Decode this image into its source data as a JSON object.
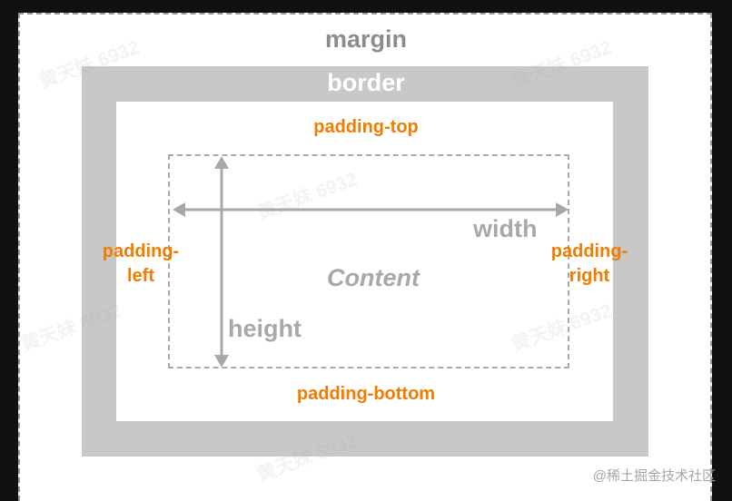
{
  "labels": {
    "margin": "margin",
    "border": "border",
    "padding_top": "padding-top",
    "padding_bottom": "padding-bottom",
    "padding_left": "padding-\nleft",
    "padding_right": "padding-\nright",
    "width": "width",
    "height": "height",
    "content": "Content"
  },
  "watermark": "黄天妹 6932",
  "corner_credit": "@稀土掘金技术社区",
  "colors": {
    "margin_fill": "#ffffff",
    "border_fill": "#c8c8c8",
    "padding_text": "#f07c00",
    "dimension_text": "#a8a8a8",
    "outer_bg": "#111111"
  }
}
